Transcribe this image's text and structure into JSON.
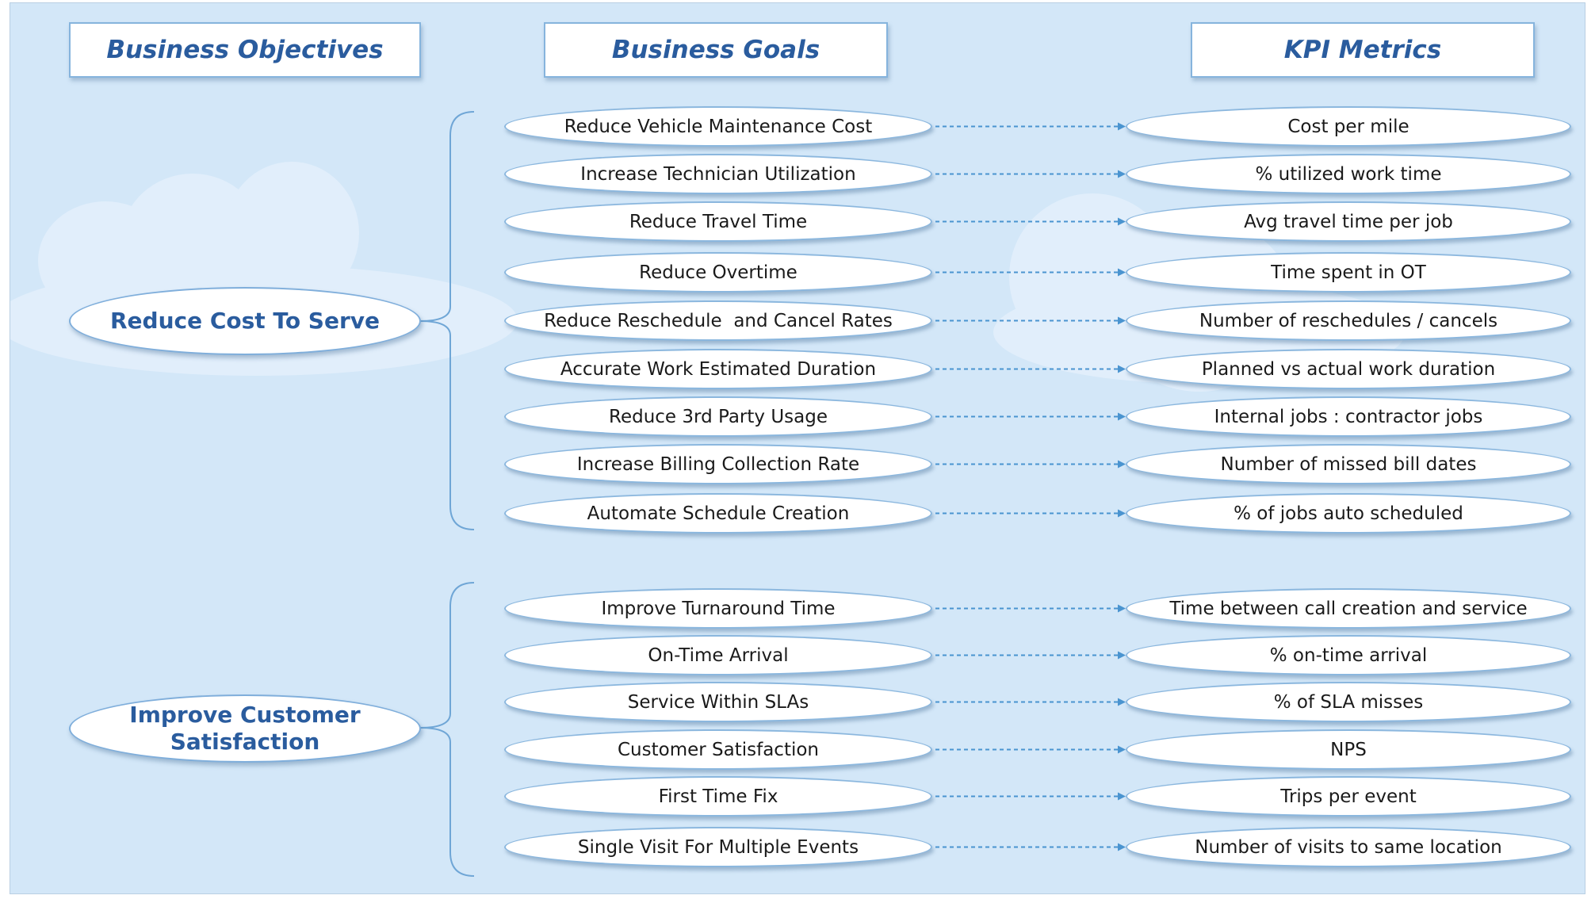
{
  "headers": {
    "objectives": "Business Objectives",
    "goals": "Business Goals",
    "kpis": "KPI Metrics"
  },
  "colors": {
    "background": "#d3e7f8",
    "header_text": "#2a5c9e",
    "border": "#86b4dd",
    "connector": "#4a94d0"
  },
  "groups": [
    {
      "objective": "Reduce Cost To Serve",
      "rows": [
        {
          "goal": "Reduce Vehicle Maintenance Cost",
          "kpi": "Cost per mile"
        },
        {
          "goal": "Increase Technician Utilization",
          "kpi": "% utilized work time"
        },
        {
          "goal": "Reduce Travel Time",
          "kpi": "Avg travel time per job"
        },
        {
          "goal": "Reduce Overtime",
          "kpi": "Time spent in OT"
        },
        {
          "goal": "Reduce Reschedule  and Cancel Rates",
          "kpi": "Number of reschedules / cancels"
        },
        {
          "goal": "Accurate Work Estimated Duration",
          "kpi": "Planned vs actual work duration"
        },
        {
          "goal": "Reduce 3rd Party Usage",
          "kpi": "Internal jobs : contractor jobs"
        },
        {
          "goal": "Increase Billing Collection Rate",
          "kpi": "Number of missed bill dates"
        },
        {
          "goal": "Automate Schedule Creation",
          "kpi": "% of jobs auto scheduled"
        }
      ]
    },
    {
      "objective": "Improve Customer Satisfaction",
      "rows": [
        {
          "goal": "Improve Turnaround Time",
          "kpi": "Time between call creation and service"
        },
        {
          "goal": "On-Time Arrival",
          "kpi": "% on-time arrival"
        },
        {
          "goal": "Service Within SLAs",
          "kpi": "% of SLA misses"
        },
        {
          "goal": "Customer Satisfaction",
          "kpi": "NPS"
        },
        {
          "goal": "First Time Fix",
          "kpi": "Trips per event"
        },
        {
          "goal": "Single Visit For Multiple Events",
          "kpi": "Number of visits to same location"
        }
      ]
    }
  ]
}
